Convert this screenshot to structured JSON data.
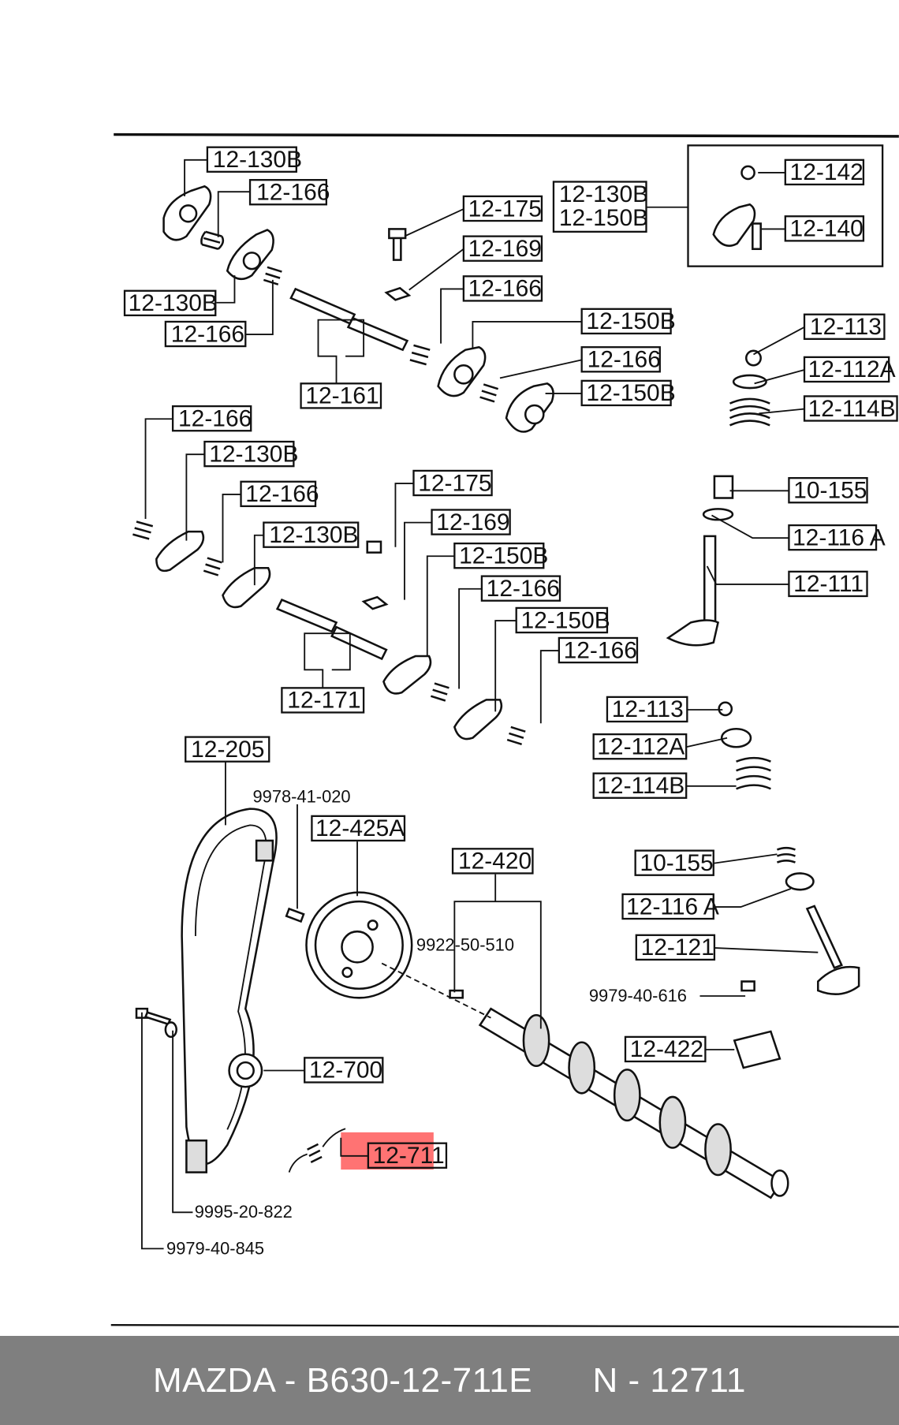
{
  "diagram": {
    "labels": [
      "12-130B",
      "12-166",
      "12-175",
      "12-169",
      "12-166",
      "12-130B",
      "12-150B",
      "12-142",
      "12-140",
      "12-130B",
      "12-166",
      "12-150B",
      "12-166",
      "12-150B",
      "12-161",
      "12-113",
      "12-112A",
      "12-114B",
      "12-166",
      "12-130B",
      "12-166",
      "12-130B",
      "12-175",
      "12-169",
      "12-150B",
      "12-166",
      "12-150B",
      "12-166",
      "12-171",
      "10-155",
      "12-116 A",
      "12-111",
      "12-113",
      "12-112A",
      "12-114B",
      "12-205",
      "12-425A",
      "12-420",
      "10-155",
      "12-116 A",
      "12-121",
      "12-422",
      "12-700",
      "12-711"
    ],
    "part_numbers": [
      "9978-41-020",
      "9922-50-510",
      "9979-40-616",
      "9995-20-822",
      "9979-40-845"
    ]
  },
  "colors": {
    "highlight": "#ff5a5a",
    "footer_bg": "#7f7f7f"
  },
  "footer": {
    "brand_part": "MAZDA - B630-12-711E",
    "number": "N - 12711"
  }
}
